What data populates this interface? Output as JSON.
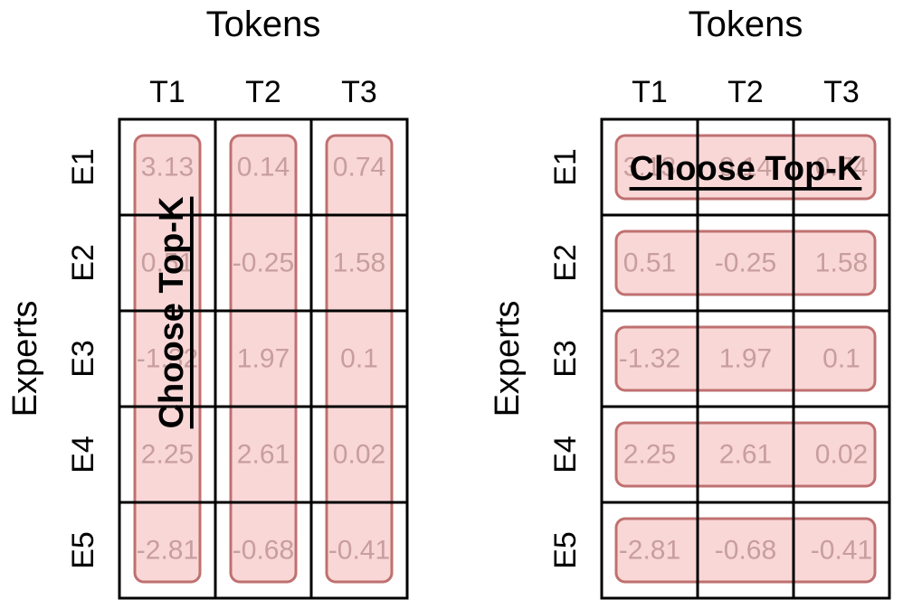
{
  "panels": [
    {
      "id": "token-choice",
      "title": "Tokens",
      "row_axis_label": "Experts",
      "columns": [
        "T1",
        "T2",
        "T3"
      ],
      "rows": [
        "E1",
        "E2",
        "E3",
        "E4",
        "E5"
      ],
      "values": [
        [
          "3.13",
          "0.14",
          "0.74"
        ],
        [
          "0.51",
          "-0.25",
          "1.58"
        ],
        [
          "-1.32",
          "1.97",
          "0.1"
        ],
        [
          "2.25",
          "2.61",
          "0.02"
        ],
        [
          "-2.81",
          "-0.68",
          "-0.41"
        ]
      ],
      "highlight": "columns",
      "label": "Choose Top-K"
    },
    {
      "id": "expert-choice",
      "title": "Tokens",
      "row_axis_label": "Experts",
      "columns": [
        "T1",
        "T2",
        "T3"
      ],
      "rows": [
        "E1",
        "E2",
        "E3",
        "E4",
        "E5"
      ],
      "values": [
        [
          "3.13",
          "0.14",
          "0.74"
        ],
        [
          "0.51",
          "-0.25",
          "1.58"
        ],
        [
          "-1.32",
          "1.97",
          "0.1"
        ],
        [
          "2.25",
          "2.61",
          "0.02"
        ],
        [
          "-2.81",
          "-0.68",
          "-0.41"
        ]
      ],
      "highlight": "rows",
      "label": "Choose Top-K"
    }
  ],
  "colors": {
    "highlight_fill": "#f4a3a3",
    "highlight_stroke": "#c07070",
    "cell_text": "#b0a4a4",
    "grid": "#000000"
  }
}
